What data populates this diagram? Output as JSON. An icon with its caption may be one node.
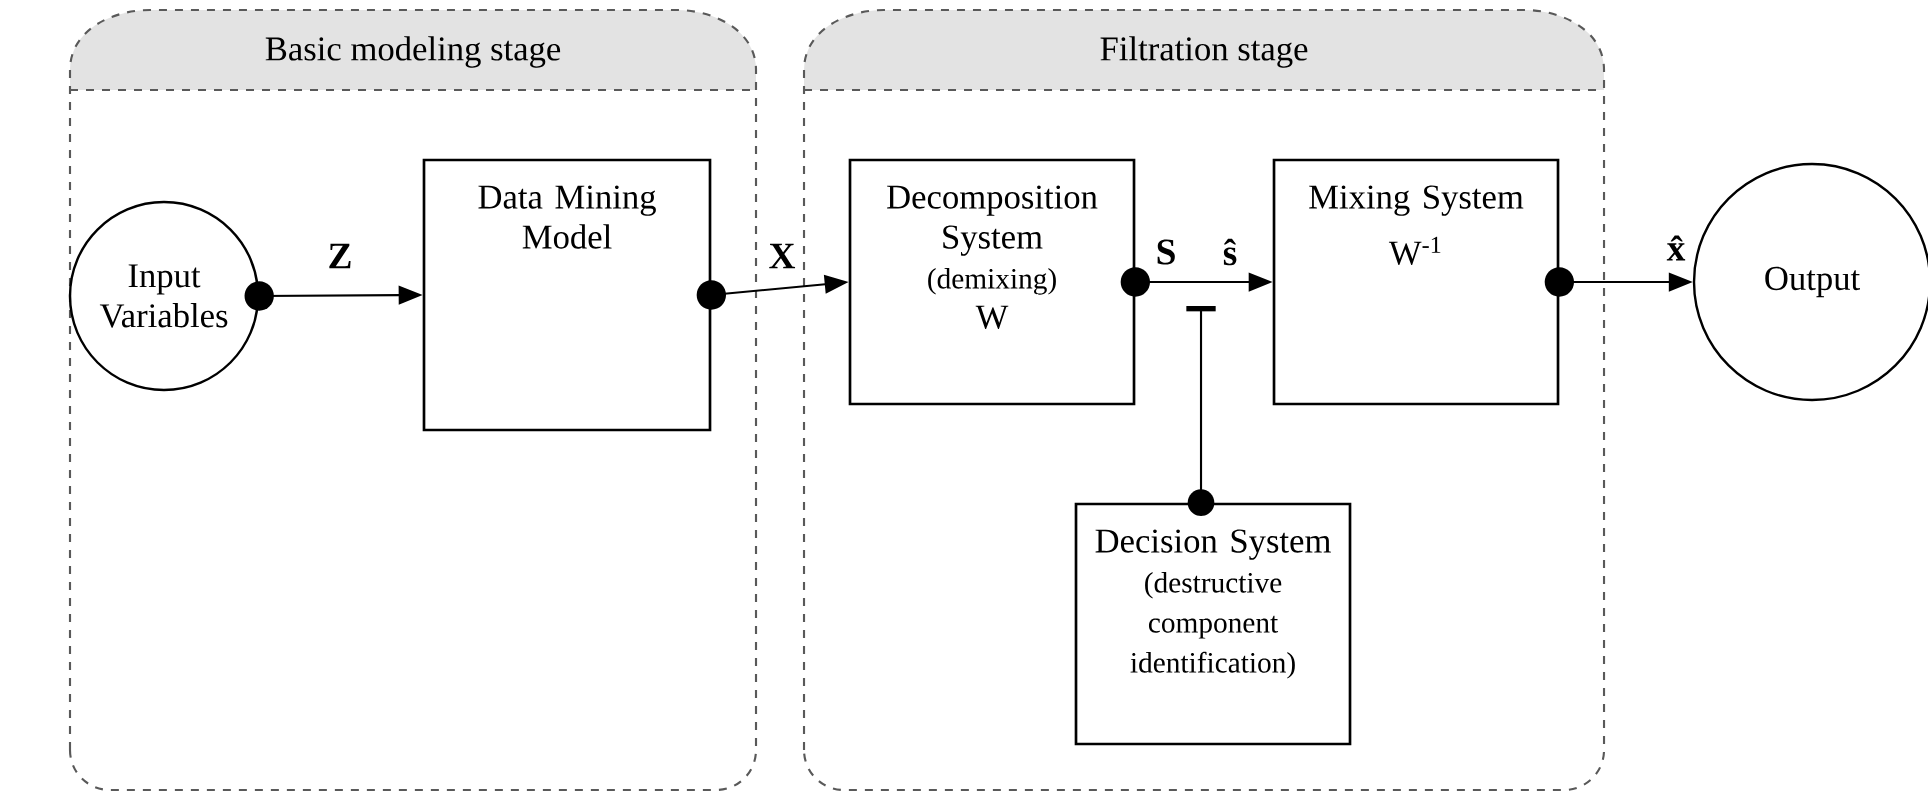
{
  "diagram": {
    "nodes": [
      {
        "text": [
          "Basic modeling stage"
        ]
      },
      {
        "text": [
          "Input Variables"
        ],
        "in": 0
      },
      {
        "text": [
          "Data Mining Model"
        ],
        "in": 0
      },
      {
        "text": [
          "Filtration stage"
        ]
      },
      {
        "text": [
          "Decomposition System",
          "(demixing)",
          "W"
        ],
        "in": 3
      },
      {
        "text": [
          "Mixing System",
          "W$^{-1}$"
        ],
        "in": 3
      },
      {
        "text": [
          "Decision System",
          "(destructive component identification)"
        ],
        "in": 3
      },
      {
        "text": [
          "Output"
        ]
      }
    ],
    "edges": [
      {
        "from": 1,
        "to": 2,
        "arrow": "to",
        "label": "Z"
      },
      {
        "from": 2,
        "to": 4,
        "arrow": "to",
        "label": "X"
      },
      {
        "from": 4,
        "to": 5,
        "arrow": "to",
        "label": "S"
      },
      {
        "from": 6,
        "to": null,
        "arrow": "other"
      },
      {
        "from": 5,
        "to": 7,
        "arrow": "to",
        "label": "x̂"
      }
    ],
    "labels": [
      "ŝ"
    ]
  }
}
